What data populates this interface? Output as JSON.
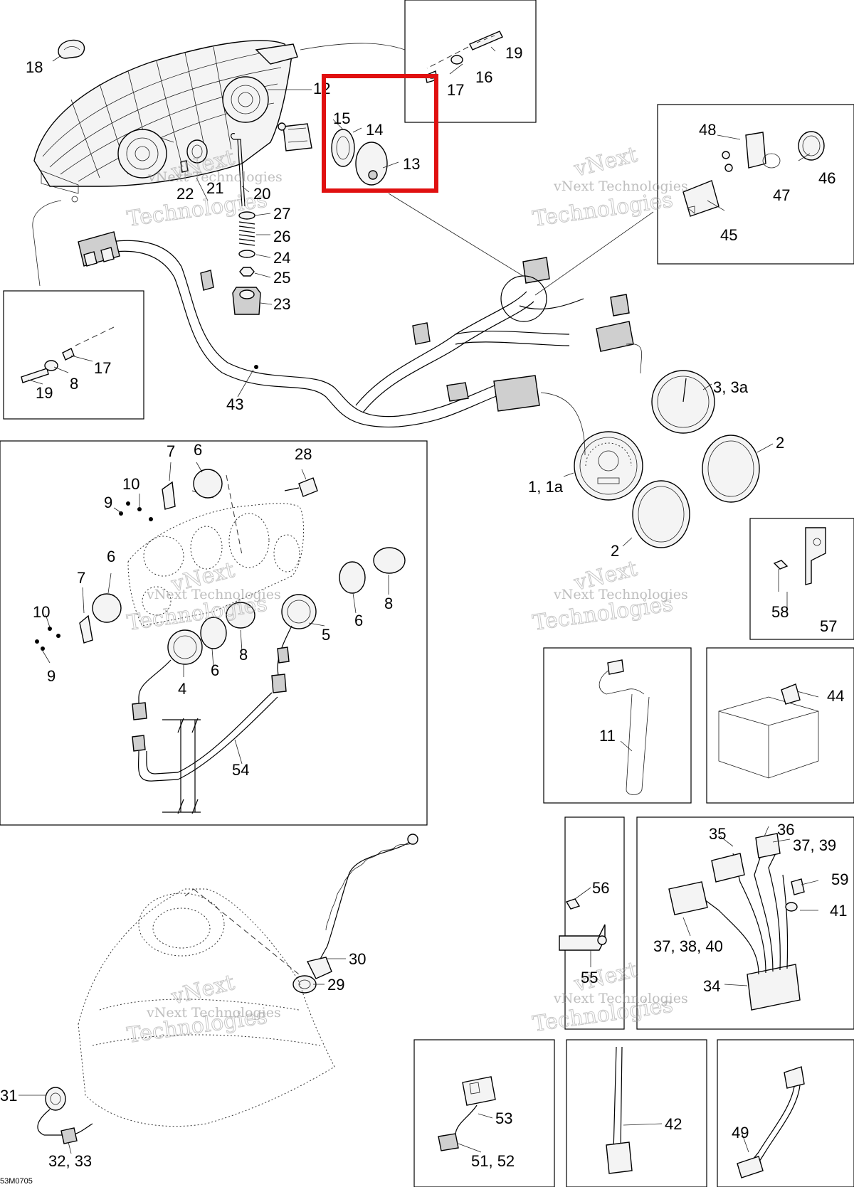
{
  "diagram": {
    "drawing_code": "53M0705",
    "watermark": [
      "vNext Technologies",
      "vNext",
      "Technologies"
    ],
    "highlight_color": "#e01010",
    "callouts": {
      "c1": "1, 1a",
      "c2a": "2",
      "c2b": "2",
      "c3": "3, 3a",
      "c4": "4",
      "c5": "5",
      "c6a": "6",
      "c6b": "6",
      "c6c": "6",
      "c6d": "6",
      "c7a": "7",
      "c7b": "7",
      "c8a": "8",
      "c8b": "8",
      "c9a": "9",
      "c9b": "9",
      "c10a": "10",
      "c10b": "10",
      "c11": "11",
      "c12": "12",
      "c13": "13",
      "c14": "14",
      "c15": "15",
      "c16": "16",
      "c17a": "17",
      "c17b": "17",
      "c18": "18",
      "c19a": "19",
      "c19b": "19",
      "c20": "20",
      "c21": "21",
      "c22": "22",
      "c23": "23",
      "c24": "24",
      "c25": "25",
      "c26": "26",
      "c27": "27",
      "c28": "28",
      "c29": "29",
      "c30": "30",
      "c31": "31",
      "c32": "32, 33",
      "c34": "34",
      "c35": "35",
      "c36": "36",
      "c37a": "37, 39",
      "c37b": "37, 38, 40",
      "c41": "41",
      "c42": "42",
      "c43": "43",
      "c44": "44",
      "c45": "45",
      "c46": "46",
      "c47": "47",
      "c48": "48",
      "c49": "49",
      "c51": "51, 52",
      "c53": "53",
      "c54": "54",
      "c55": "55",
      "c56": "56",
      "c57": "57",
      "c58": "58",
      "c59": "59",
      "c8c": "8"
    }
  }
}
